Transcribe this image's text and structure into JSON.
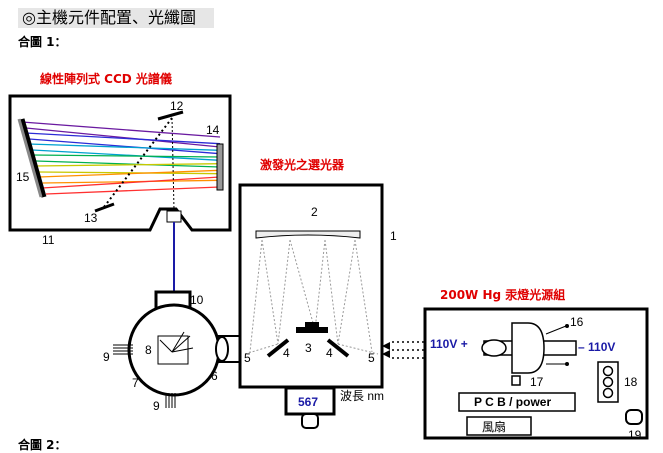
{
  "header": {
    "section_title": "◎主機元件配置、光纖圖",
    "figure_label": "合圖 1：",
    "bottom_label": "合圖 2："
  },
  "blocks": {
    "ccd_title": "線性陣列式 CCD 光譜儀",
    "selector_title": "激發光之選光器",
    "source_title": "200W Hg 汞燈光源組"
  },
  "labels": {
    "n1": "1",
    "n2": "2",
    "n3": "3",
    "n4a": "4",
    "n4b": "4",
    "n5a": "5",
    "n5b": "5",
    "n6": "6",
    "n7": "7",
    "n8": "8",
    "n9a": "9",
    "n9b": "9",
    "n10": "10",
    "n11": "11",
    "n12": "12",
    "n13": "13",
    "n14": "14",
    "n15": "15",
    "n16": "16",
    "n17": "17",
    "n18": "18",
    "n19": "19"
  },
  "source": {
    "v_plus": "110V +",
    "v_minus": "– 110V",
    "pcb": "P C B / power",
    "fan": "風扇"
  },
  "readout": {
    "value": "567",
    "unit": "波長 nm"
  },
  "colors": {
    "spectrum": [
      "#6a1aa0",
      "#2b2bd6",
      "#00a0d0",
      "#00b050",
      "#c8c800",
      "#ff9000",
      "#ff3030"
    ],
    "fiber_blue": "#1a1aa6",
    "title_red": "#e00000"
  }
}
